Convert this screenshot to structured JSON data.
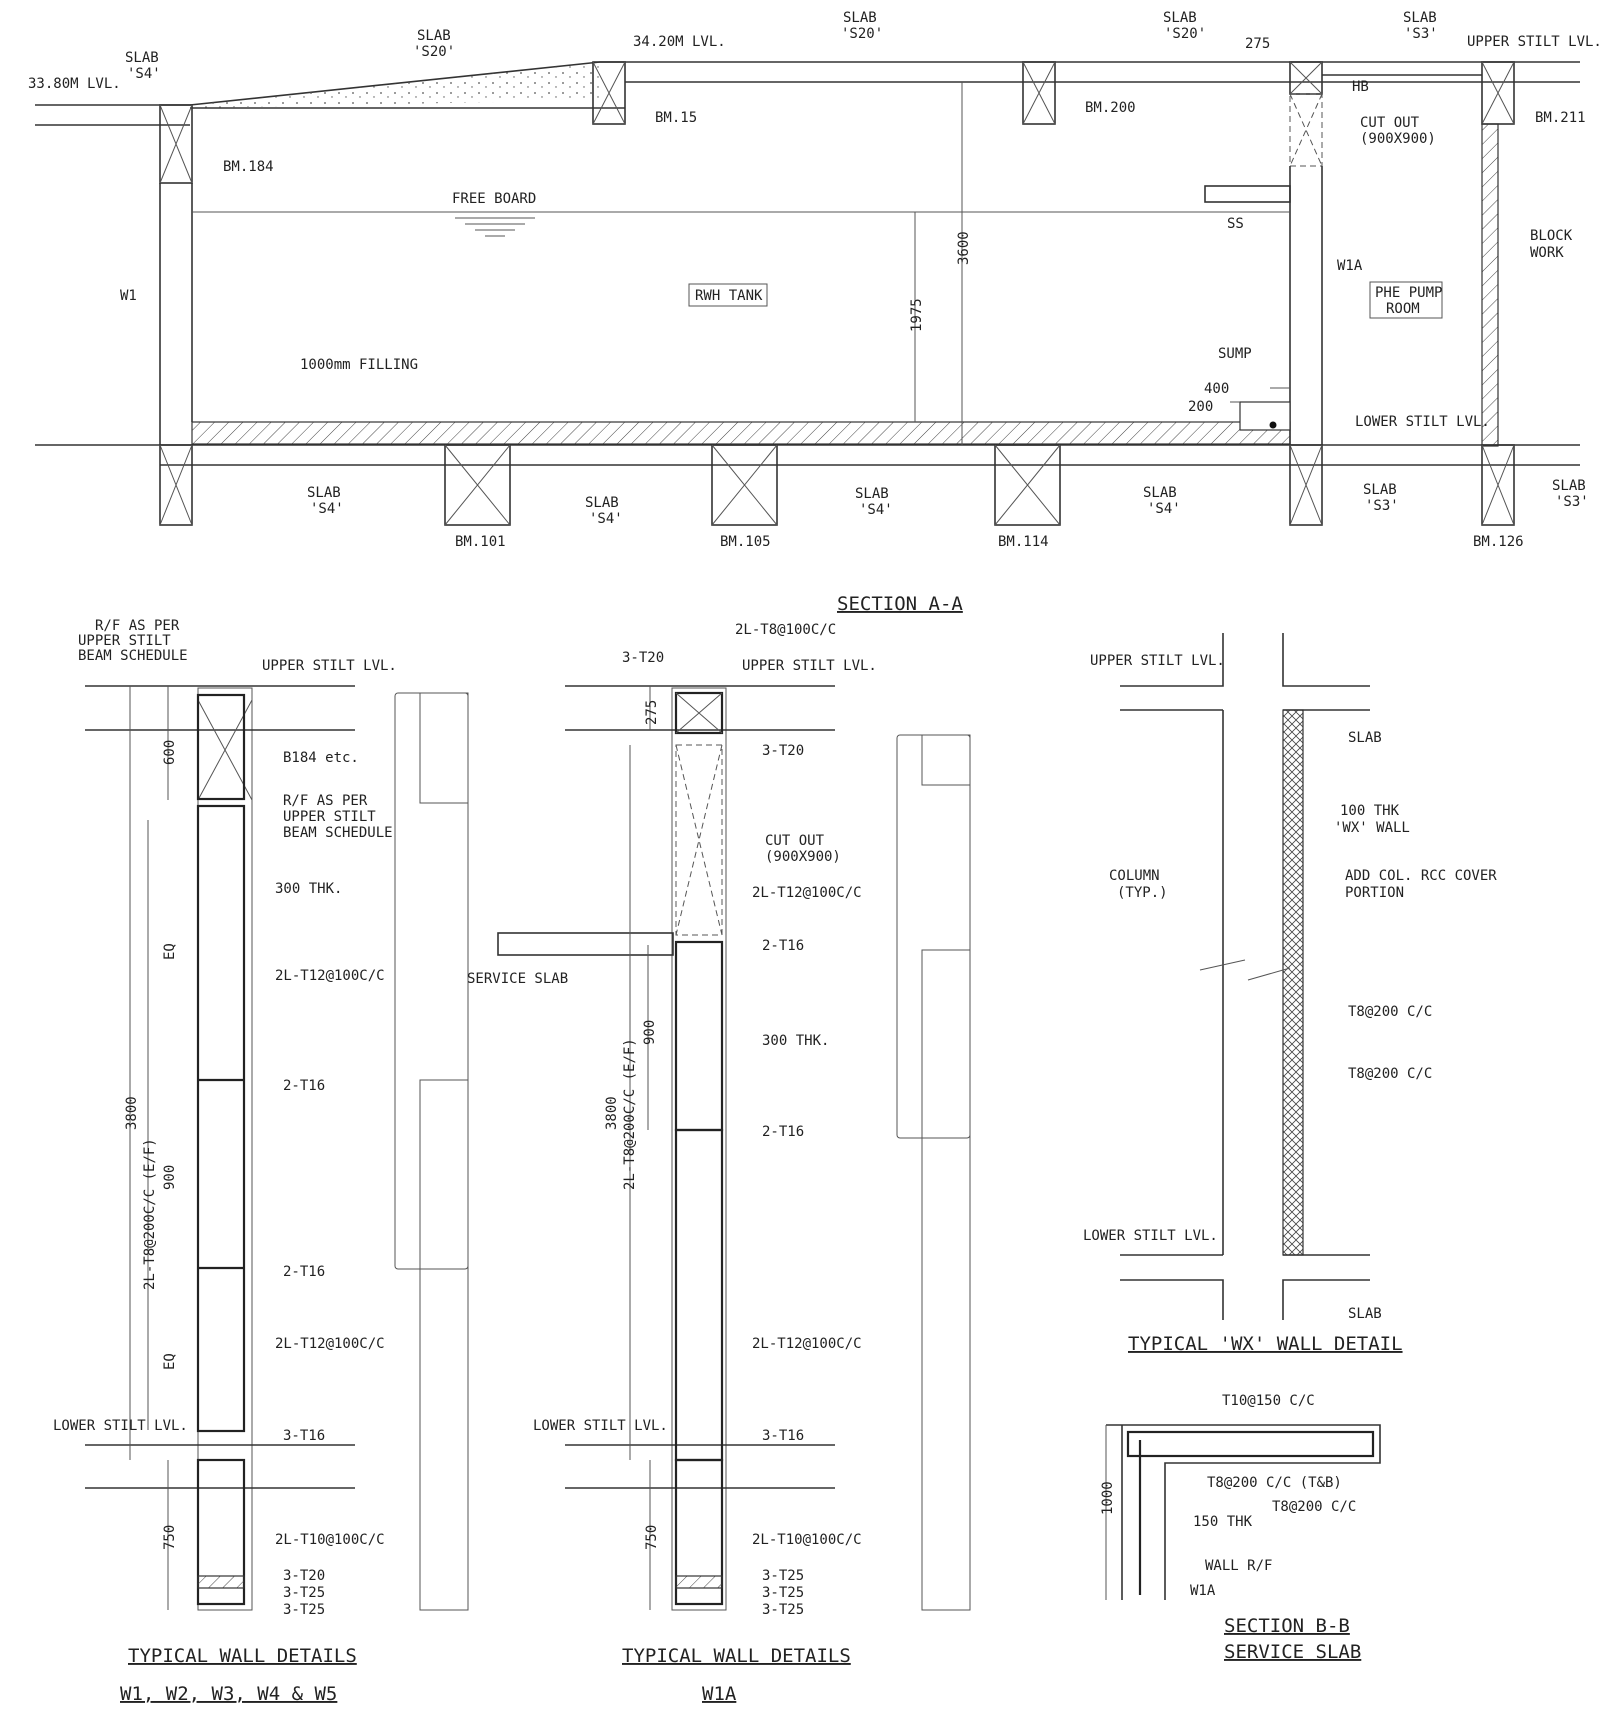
{
  "section_a": {
    "title": "SECTION A-A",
    "levels": {
      "left": "33.80M LVL.",
      "top": "34.20M LVL.",
      "upper_stilt": "UPPER STILT LVL.",
      "lower_stilt": "LOWER STILT LVL."
    },
    "slab_top": [
      {
        "label": "SLAB",
        "sub": "'S4'"
      },
      {
        "label": "SLAB",
        "sub": "'S20'"
      },
      {
        "label": "SLAB",
        "sub": "'S20'"
      },
      {
        "label": "SLAB",
        "sub": "'S20'"
      },
      {
        "label": "SLAB",
        "sub": "'S3'"
      }
    ],
    "slab_bottom": [
      {
        "label": "SLAB",
        "sub": "'S4'"
      },
      {
        "label": "SLAB",
        "sub": "'S4'"
      },
      {
        "label": "SLAB",
        "sub": "'S4'"
      },
      {
        "label": "SLAB",
        "sub": "'S4'"
      },
      {
        "label": "SLAB",
        "sub": "'S3'"
      },
      {
        "label": "SLAB",
        "sub": "'S3'"
      }
    ],
    "beams_top": [
      "BM.184",
      "BM.15",
      "BM.200",
      "BM.211"
    ],
    "beams_bottom": [
      "BM.101",
      "BM.105",
      "BM.114",
      "BM.126"
    ],
    "labels": {
      "free_board": "FREE BOARD",
      "rwh_tank": "RWH TANK",
      "phe_room_1": "PHE PUMP",
      "phe_room_2": "ROOM",
      "w1": "W1",
      "w1a": "W1A",
      "hb": "HB",
      "ss": "SS",
      "cut_out_1": "CUT OUT",
      "cut_out_2": "(900X900)",
      "block_work_1": "BLOCK",
      "block_work_2": "WORK",
      "filling": "1000mm FILLING",
      "sump": "SUMP",
      "d275": "275",
      "d3600": "3600",
      "d1975": "1975",
      "d400": "400",
      "d200": "200"
    }
  },
  "wall_w1": {
    "title_1": "TYPICAL WALL DETAILS",
    "title_2": "W1, W2, W3, W4 & W5",
    "rf_note": [
      "R/F AS PER",
      "UPPER STILT",
      "BEAM SCHEDULE"
    ],
    "upper": "UPPER STILT LVL.",
    "lower": "LOWER STILT LVL.",
    "b184": "B184 etc.",
    "rf_note2": [
      "R/F AS PER",
      "UPPER STILT",
      "BEAM SCHEDULE"
    ],
    "thk": "300 THK.",
    "bars": [
      "2L-T12@100C/C",
      "2-T16",
      "2-T16",
      "2L-T12@100C/C",
      "3-T16",
      "2L-T10@100C/C",
      "3-T20",
      "3-T25",
      "3-T25"
    ],
    "dims": {
      "d600": "600",
      "eq1": "EQ",
      "d3800": "3800",
      "links": "2L-T8@200C/C (E/F)",
      "d900": "900",
      "eq2": "EQ",
      "d750": "750"
    }
  },
  "wall_w1a": {
    "title_1": "TYPICAL WALL DETAILS",
    "title_2": "W1A",
    "top_links": "2L-T8@100C/C",
    "top_bars": "3-T20",
    "upper": "UPPER STILT LVL.",
    "lower": "LOWER STILT LVL.",
    "service_slab": "SERVICE SLAB",
    "cut_out": [
      "CUT OUT",
      "(900X900)"
    ],
    "thk": "300 THK.",
    "bars": [
      "3-T20",
      "2L-T12@100C/C",
      "2-T16",
      "2-T16",
      "2L-T12@100C/C",
      "3-T16",
      "2L-T10@100C/C",
      "3-T25",
      "3-T25",
      "3-T25"
    ],
    "dims": {
      "d275": "275",
      "d3800": "3800",
      "links": "2L-T8@200C/C (E/F)",
      "d900": "900",
      "d750": "750"
    }
  },
  "wx_wall": {
    "title": "TYPICAL 'WX' WALL DETAIL",
    "upper": "UPPER STILT LVL.",
    "lower": "LOWER STILT LVL.",
    "slab_top": "SLAB",
    "slab_bottom": "SLAB",
    "column": [
      "COLUMN",
      "(TYP.)"
    ],
    "wall": [
      "100 THK",
      "'WX' WALL"
    ],
    "cover": [
      "ADD COL. RCC COVER",
      "PORTION"
    ],
    "bar1": "T8@200 C/C",
    "bar2": "T8@200 C/C"
  },
  "section_b": {
    "title_1": "SECTION B-B",
    "title_2": "SERVICE SLAB",
    "t10": "T10@150 C/C",
    "t8tb": "T8@200 C/C (T&B)",
    "t8": "T8@200 C/C",
    "thk": "150 THK",
    "d1000": "1000",
    "wall_rf": "WALL R/F",
    "w1a": "W1A"
  }
}
